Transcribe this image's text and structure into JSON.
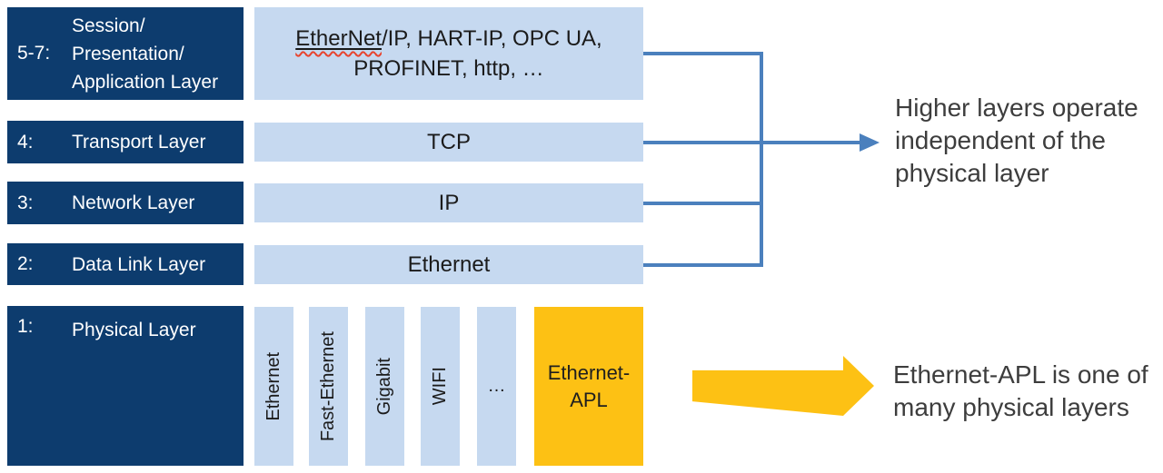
{
  "colors": {
    "navy": "#0d3c6e",
    "light_blue": "#c6d9f0",
    "yellow": "#fdc114",
    "connector_blue": "#4b80bd",
    "annotation_text": "#3d3d3d"
  },
  "layers": [
    {
      "num": "5-7:",
      "name": "Session/\nPresentation/\nApplication Layer"
    },
    {
      "num": "4:",
      "name": "Transport Layer"
    },
    {
      "num": "3:",
      "name": "Network Layer"
    },
    {
      "num": "2:",
      "name": "Data Link Layer"
    },
    {
      "num": "1:",
      "name": "Physical Layer"
    }
  ],
  "protocols": {
    "line1_spellchecked": "EtherNet",
    "line1_rest": "/IP,  HART-IP, OPC UA,",
    "line2": "PROFINET, http, …"
  },
  "stack": {
    "transport": "TCP",
    "network": "IP",
    "datalink": "Ethernet"
  },
  "physical": {
    "options": [
      "Ethernet",
      "Fast-Ethernet",
      "Gigabit",
      "WIFI",
      "…"
    ],
    "highlighted": "Ethernet-\nAPL"
  },
  "annotations": {
    "higher_layers": "Higher layers operate\nindependent of the\nphysical layer",
    "apl": "Ethernet-APL is one of\nmany physical layers"
  }
}
